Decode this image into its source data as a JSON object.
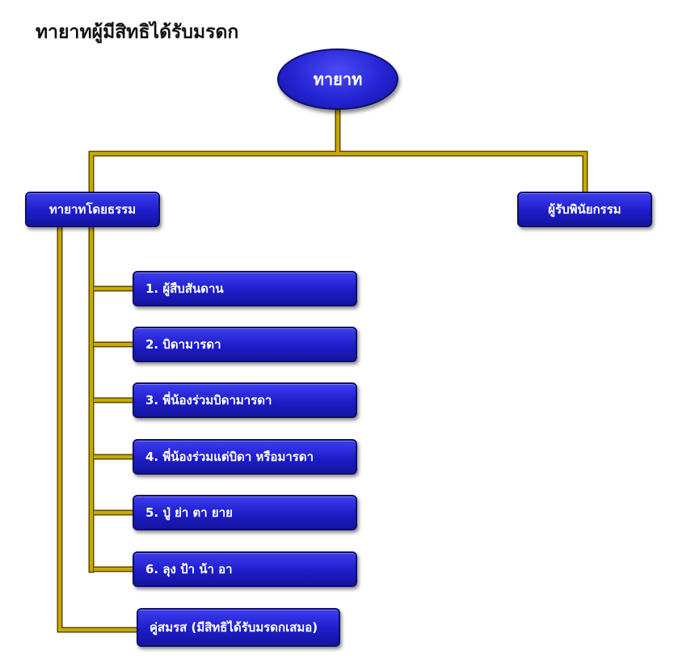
{
  "title": "ทายาทผู้มีสิทธิได้รับมรดก",
  "root": "ทายาท",
  "branches": {
    "statutory": "ทายาทโดยธรรม",
    "legatee": "ผู้รับพินัยกรรม"
  },
  "statutory_heirs": [
    "1. ผู้สืบสันดาน",
    "2. บิดามารดา",
    "3. พี่น้องร่วมบิดามารดา",
    "4. พี่น้องร่วมแต่บิดา หรือมารดา",
    "5. ปู่ ย่า ตา ยาย",
    "6. ลุง ป้า น้า อา"
  ],
  "spouse": "คู่สมรส (มีสิทธิได้รับมรดกเสมอ)",
  "colors": {
    "box_fill": "#2525d0",
    "box_border": "#0e0e6a",
    "connector": "#c9a800",
    "connector_dark": "#5a4a00"
  }
}
